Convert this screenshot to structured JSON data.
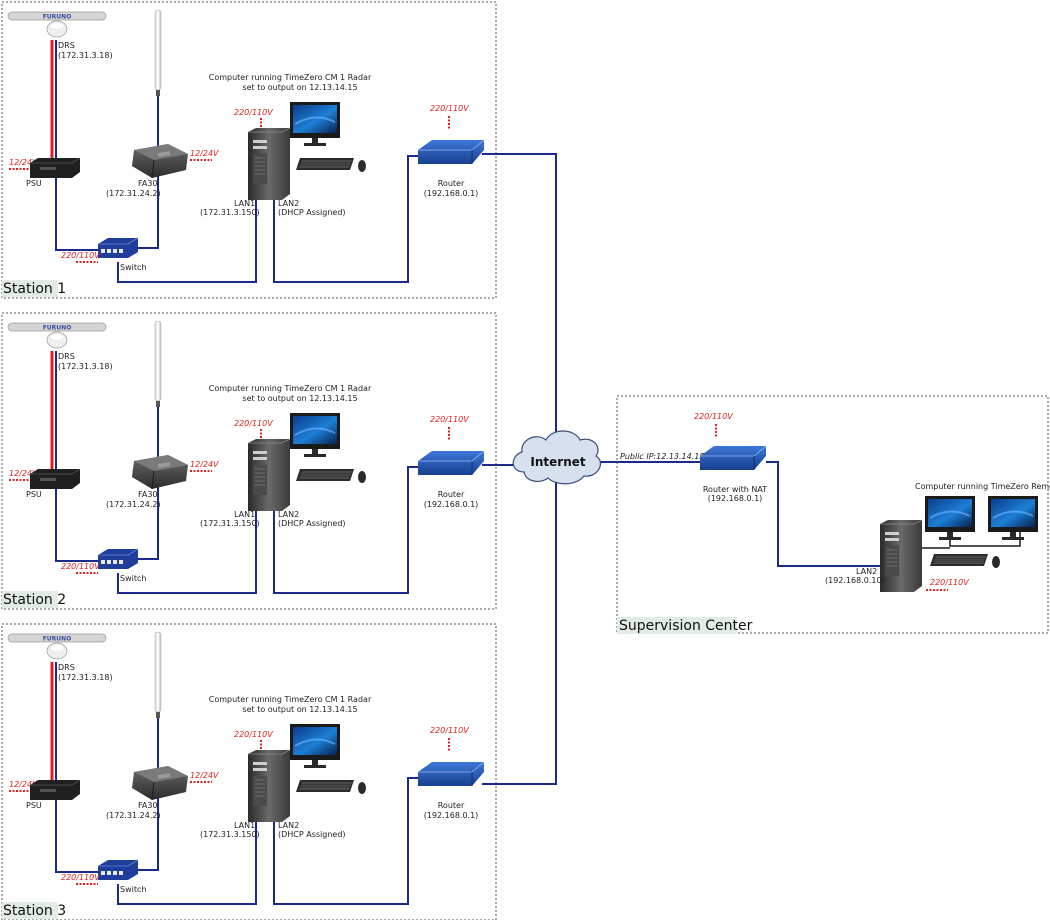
{
  "stations": [
    {
      "name": "Station 1",
      "drs_label": "DRS",
      "drs_ip": "(172.31.3.18)",
      "psu_label": "PSU",
      "psu_power": "12/24V",
      "fa30_label": "FA30",
      "fa30_ip": "(172.31.24.2)",
      "fa30_power": "12/24V",
      "switch_label": "Switch",
      "switch_power": "220/110V",
      "computer_line1": "Computer running TimeZero CM 1 Radar",
      "computer_line2": "set to output on 12.13.14.15",
      "computer_power": "220/110V",
      "lan1_label": "LAN1",
      "lan1_ip": "(172.31.3.150)",
      "lan2_label": "LAN2",
      "lan2_ip": "(DHCP Assigned)",
      "router_label": "Router",
      "router_ip": "(192.168.0.1)",
      "router_power": "220/110V"
    },
    {
      "name": "Station 2",
      "drs_label": "DRS",
      "drs_ip": "(172.31.3.18)",
      "psu_label": "PSU",
      "psu_power": "12/24V",
      "fa30_label": "FA30",
      "fa30_ip": "(172.31.24.2)",
      "fa30_power": "12/24V",
      "switch_label": "Switch",
      "switch_power": "220/110V",
      "computer_line1": "Computer running TimeZero CM 1 Radar",
      "computer_line2": "set to output on 12.13.14.15",
      "computer_power": "220/110V",
      "lan1_label": "LAN1",
      "lan1_ip": "(172.31.3.150)",
      "lan2_label": "LAN2",
      "lan2_ip": "(DHCP Assigned)",
      "router_label": "Router",
      "router_ip": "(192.168.0.1)",
      "router_power": "220/110V"
    },
    {
      "name": "Station 3",
      "drs_label": "DRS",
      "drs_ip": "(172.31.3.18)",
      "psu_label": "PSU",
      "psu_power": "12/24V",
      "fa30_label": "FA30",
      "fa30_ip": "(172.31.24.2)",
      "fa30_power": "12/24V",
      "switch_label": "Switch",
      "switch_power": "220/110V",
      "computer_line1": "Computer running TimeZero CM 1 Radar",
      "computer_line2": "set to output on 12.13.14.15",
      "computer_power": "220/110V",
      "lan1_label": "LAN1",
      "lan1_ip": "(172.31.3.150)",
      "lan2_label": "LAN2",
      "lan2_ip": "(DHCP Assigned)",
      "router_label": "Router",
      "router_ip": "(192.168.0.1)",
      "router_power": "220/110V"
    }
  ],
  "internet": {
    "label": "Internet"
  },
  "supervision": {
    "name": "Supervision Center",
    "public_ip": "Public IP:12.13.14.15",
    "router_label": "Router with NAT",
    "router_ip": "(192.168.0.1)",
    "router_power": "220/110V",
    "computer_label": "Computer running TimeZero Remote",
    "lan2_label": "LAN2",
    "lan2_ip": "(192.168.0.10)",
    "computer_power": "220/110V"
  },
  "colors": {
    "network_cable": "#1a2a8c",
    "power_cable": "#e02020",
    "power_text": "#e02020",
    "station_label_bg": "#e2ebe4",
    "router_body": "#2457b8"
  }
}
